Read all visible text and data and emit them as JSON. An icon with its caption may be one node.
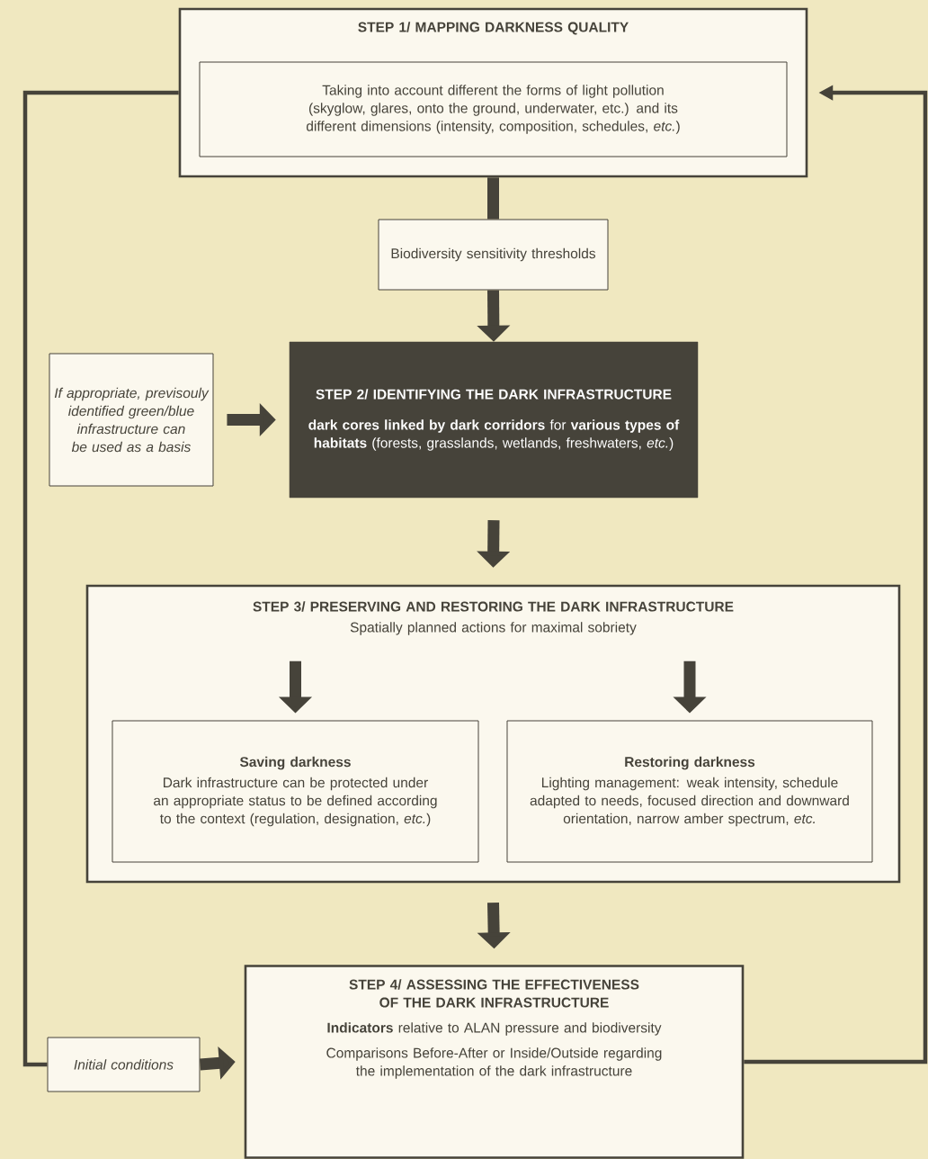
{
  "diagram": {
    "nodes": [
      {
        "text": [
          "STEP 1/ MAPPING DARKNESS QUALITY"
        ]
      },
      {
        "text": [
          "Taking into account different the forms of light pollution (skyglow, glares, onto the ground, underwater, etc.) and its different dimensions (intensity, composition, schedules, *etc.*)"
        ],
        "in": 0
      },
      {
        "text": [
          "Biodiversity sensitivity thresholds"
        ]
      },
      {
        "text": [
          "If appropriate, previsouly identified green/blue infrastructure can be used as a basis"
        ]
      },
      {
        "text": [
          "STEP 2/ IDENTIFYING THE DARK INFRASTRUCTURE",
          "**dark cores linked by dark corridors** for **various types of habitats** (forests, grasslands, wetlands, freshwaters, *etc.*)"
        ]
      },
      {
        "text": [
          "STEP 3/ PRESERVING AND RESTORING THE DARK INFRASTRUCTURE",
          "Spatially planned actions for maximal sobriety"
        ]
      },
      {
        "text": [
          "Saving darkness",
          "Dark infrastructure can be protected under an appropriate status to be defined according to the context (regulation, designation, *etc.*)"
        ],
        "in": 5
      },
      {
        "text": [
          "Restoring darkness",
          "Lighting management: weak intensity, schedule adapted to needs, focused direction and downward orientation, narrow amber spectrum, *etc.*"
        ],
        "in": 5
      },
      {
        "text": [
          "Initial conditions"
        ]
      },
      {
        "text": [
          "STEP 4/ ASSESSING THE EFFECTIVENESS OF THE DARK INFRASTRUCTURE",
          "**Indicators** relative to ALAN pressure and biodiversity",
          "Comparisons Before-After or Inside/Outside regarding the implementation of the dark infrastructure"
        ]
      }
    ],
    "edges": [
      {
        "from": 0,
        "to": 2,
        "arrow": "none"
      },
      {
        "from": 2,
        "to": 4,
        "arrow": "to"
      },
      {
        "from": 3,
        "to": 4,
        "arrow": "to"
      },
      {
        "from": 4,
        "to": 5,
        "arrow": "to"
      },
      {
        "from": null,
        "to": 6,
        "arrow": "to"
      },
      {
        "from": null,
        "to": 7,
        "arrow": "to"
      },
      {
        "from": 5,
        "to": 9,
        "arrow": "to"
      },
      {
        "from": 8,
        "to": 9,
        "arrow": "to"
      },
      {
        "from": 0,
        "to": 8,
        "arrow": "none"
      },
      {
        "from": 9,
        "to": 0,
        "arrow": "to"
      }
    ]
  }
}
